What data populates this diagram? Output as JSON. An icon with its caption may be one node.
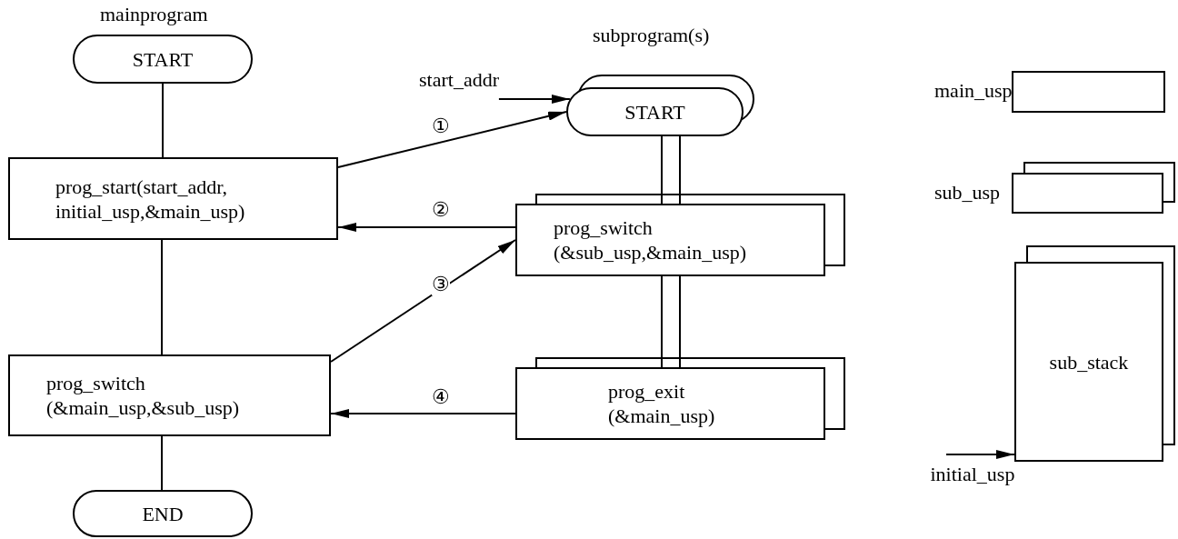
{
  "diagram": {
    "nodes": [
      {
        "text": [
          "START"
        ],
        "beside": [
          "mainprogram"
        ]
      },
      {
        "text": [
          "prog_start(start_addr, initial_usp,&main_usp)"
        ]
      },
      {
        "text": [
          "prog_switch (&main_usp,&sub_usp)"
        ]
      },
      {
        "text": [
          "END"
        ]
      },
      {
        "text": [
          "START"
        ],
        "beside": [
          "subprogram(s)"
        ]
      },
      {
        "text": [
          "prog_switch (&sub_usp,&main_usp)"
        ]
      },
      {
        "text": [
          "prog_exit (&main_usp)"
        ]
      },
      {
        "text": [
          "main_usp"
        ]
      },
      {
        "text": [
          "sub_usp"
        ]
      },
      {
        "text": [
          "sub_stack"
        ]
      }
    ],
    "edges": [
      {
        "from": 0,
        "to": 1,
        "arrow": "none"
      },
      {
        "from": 1,
        "to": 2,
        "arrow": "none"
      },
      {
        "from": 2,
        "to": 3,
        "arrow": "none"
      },
      {
        "from": 1,
        "to": 4,
        "arrow": "to",
        "label": "①"
      },
      {
        "from": 5,
        "to": 1,
        "arrow": "to",
        "label": "②"
      },
      {
        "from": 2,
        "to": 5,
        "arrow": "to",
        "label": "③"
      },
      {
        "from": 6,
        "to": 2,
        "arrow": "to",
        "label": "④"
      },
      {
        "from": 4,
        "to": 5,
        "arrow": "none"
      },
      {
        "from": 5,
        "to": 6,
        "arrow": "none"
      },
      {
        "from": null,
        "to": 4,
        "arrow": "to",
        "label": "start_addr"
      },
      {
        "from": null,
        "to": 9,
        "arrow": "to",
        "label": "initial_usp"
      }
    ]
  }
}
